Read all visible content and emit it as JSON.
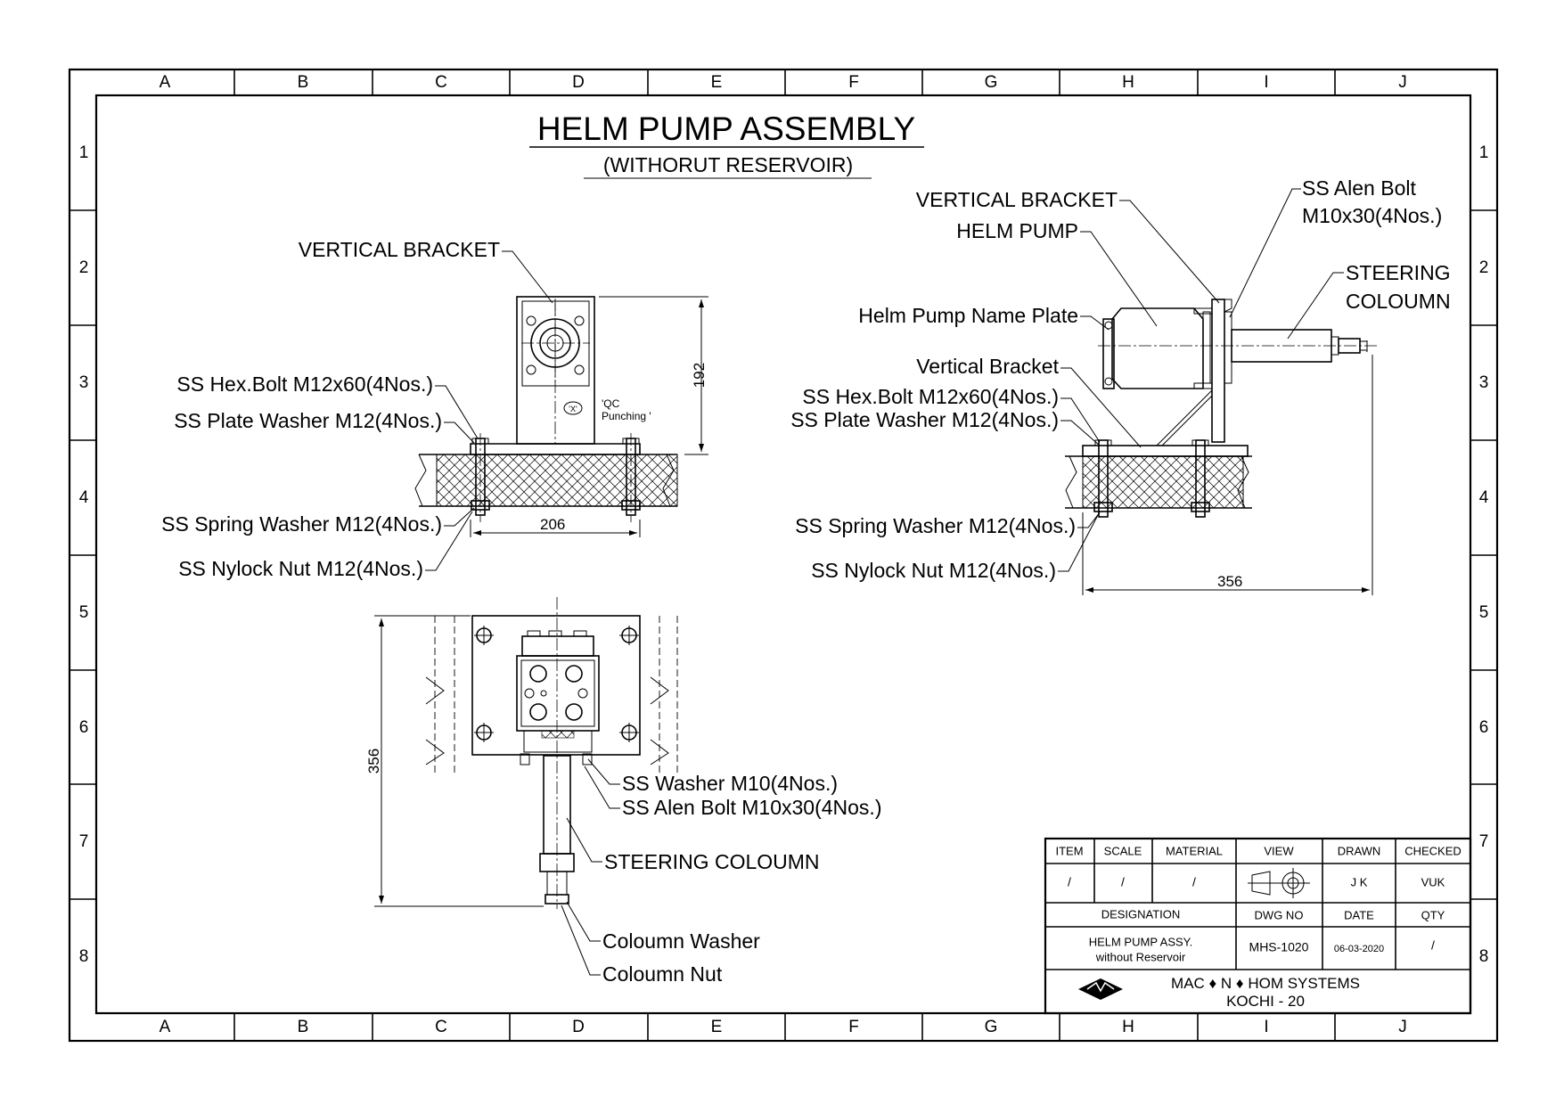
{
  "sheet": {
    "zone_columns": [
      "A",
      "B",
      "C",
      "D",
      "E",
      "F",
      "G",
      "H",
      "I",
      "J"
    ],
    "zone_rows": [
      "1",
      "2",
      "3",
      "4",
      "5",
      "6",
      "7",
      "8"
    ]
  },
  "title": {
    "main": "HELM PUMP ASSEMBLY",
    "sub": "(WITHORUT RESERVOIR)"
  },
  "front_view": {
    "labels": {
      "vertical_bracket": "VERTICAL BRACKET",
      "hex_bolt": "SS Hex.Bolt M12x60(4Nos.)",
      "plate_washer": "SS Plate Washer M12(4Nos.)",
      "spring_washer": "SS Spring Washer M12(4Nos.)",
      "nylock_nut": "SS Nylock Nut M12(4Nos.)",
      "qc_punch_mark": "'X'",
      "qc_punch_line1": "'QC",
      "qc_punch_line2": "Punching '"
    },
    "dims": {
      "width": "206",
      "height": "192"
    }
  },
  "side_view": {
    "labels": {
      "vertical_bracket": "VERTICAL BRACKET",
      "helm_pump": "HELM PUMP",
      "alen_bolt_1": "SS Alen Bolt",
      "alen_bolt_2": "M10x30(4Nos.)",
      "steering_1": "STEERING",
      "steering_2": "COLOUMN",
      "name_plate": "Helm Pump Name Plate",
      "vertical_bracket_2": "Vertical Bracket",
      "hex_bolt": "SS Hex.Bolt M12x60(4Nos.)",
      "plate_washer": "SS Plate Washer M12(4Nos.)",
      "spring_washer": "SS Spring Washer M12(4Nos.)",
      "nylock_nut": "SS Nylock Nut M12(4Nos.)"
    },
    "dims": {
      "length": "356"
    }
  },
  "top_view": {
    "labels": {
      "washer": "SS Washer M10(4Nos.)",
      "alen_bolt": "SS Alen Bolt M10x30(4Nos.)",
      "steering": "STEERING COLOUMN",
      "col_washer": "Coloumn Washer",
      "col_nut": "Coloumn Nut"
    },
    "dims": {
      "length": "356"
    }
  },
  "title_block": {
    "headers": [
      "ITEM",
      "SCALE",
      "MATERIAL",
      "VIEW",
      "DRAWN",
      "CHECKED"
    ],
    "values": [
      "/",
      "/",
      "/",
      "",
      "J K",
      "VUK"
    ],
    "designation_header": "DESIGNATION",
    "dwg_no_header": "DWG  NO",
    "date_header": "DATE",
    "qty_header": "QTY",
    "designation_1": "HELM PUMP ASSY.",
    "designation_2": "without Reservoir",
    "dwg_no": "MHS-1020",
    "date": "06-03-2020",
    "qty": "/",
    "company_1": "MAC ♦ N ♦ HOM  SYSTEMS",
    "company_2": "KOCHI - 20"
  }
}
